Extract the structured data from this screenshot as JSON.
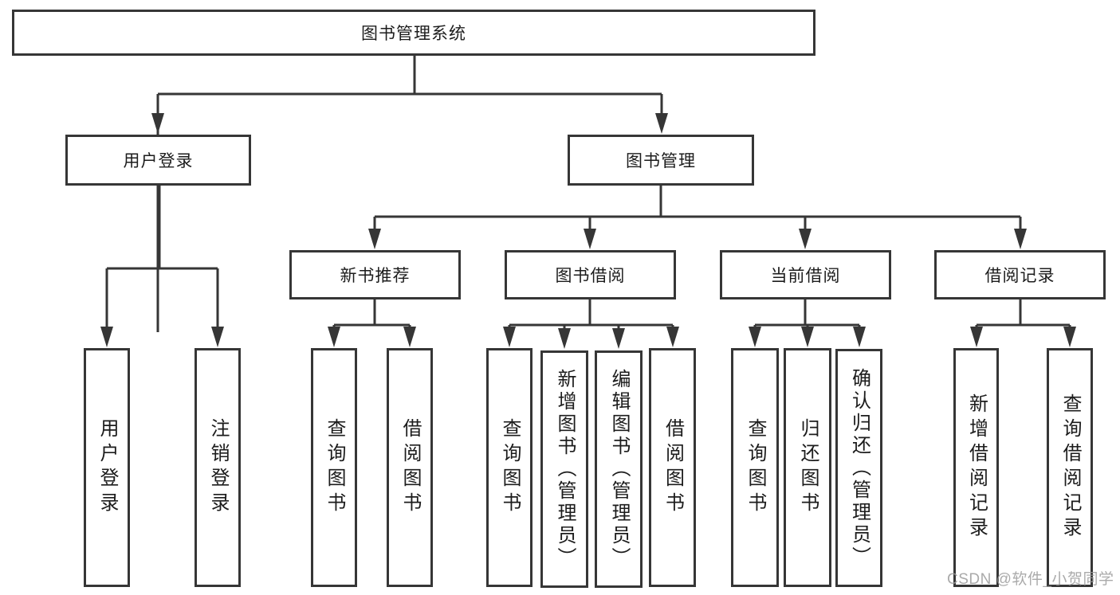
{
  "diagram": {
    "title": "图书管理系统",
    "nodes": {
      "root": "图书管理系统",
      "user_login_group": "用户登录",
      "book_mgmt": "图书管理",
      "new_book_rec": "新书推荐",
      "book_borrow": "图书借阅",
      "current_borrow": "当前借阅",
      "borrow_records": "借阅记录",
      "user_login": "用户登录",
      "logout": "注销登录",
      "nbr_query_book": "查询图书",
      "nbr_borrow_book": "借阅图书",
      "bb_query_book": "查询图书",
      "bb_add_book": "新增图书（管理员）",
      "bb_edit_book": "编辑图书（管理员）",
      "bb_borrow_book": "借阅图书",
      "cb_query_book": "查询图书",
      "cb_return_book": "归还图书",
      "cb_confirm_return": "确认归还（管理员）",
      "br_add_record": "新增借阅记录",
      "br_query_record": "查询借阅记录"
    }
  },
  "watermark": {
    "text": "CSDN @软件_小贺同学"
  },
  "colors": {
    "line": "#363636",
    "text": "#1c1c1c",
    "watermark": "#9c9c9c",
    "background": "#ffffff"
  }
}
